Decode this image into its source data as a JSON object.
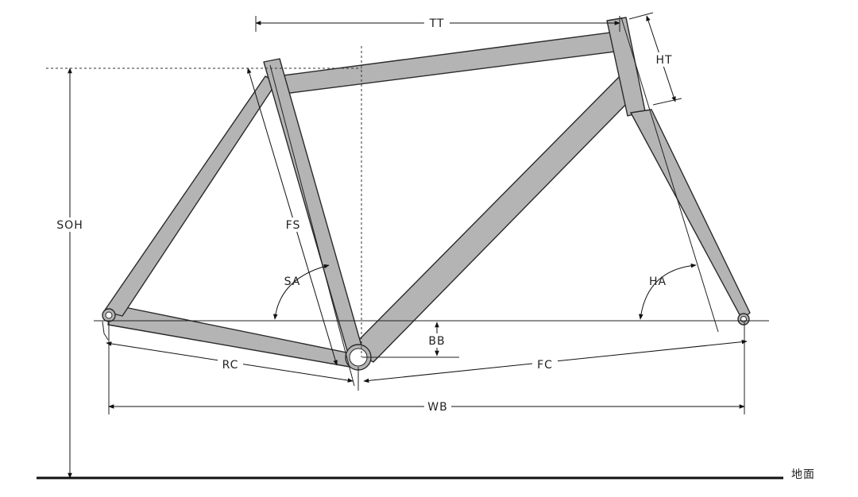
{
  "labels": {
    "tt": "TT",
    "ht": "HT",
    "soh": "SOH",
    "fs": "FS",
    "sa": "SA",
    "ha": "HA",
    "bb": "BB",
    "rc": "RC",
    "fc": "FC",
    "wb": "WB",
    "ground": "地面"
  },
  "colors": {
    "frame_fill": "#b4b4b4",
    "frame_stroke": "#2a2a2a",
    "dimension_line": "#111111",
    "background": "#ffffff"
  }
}
